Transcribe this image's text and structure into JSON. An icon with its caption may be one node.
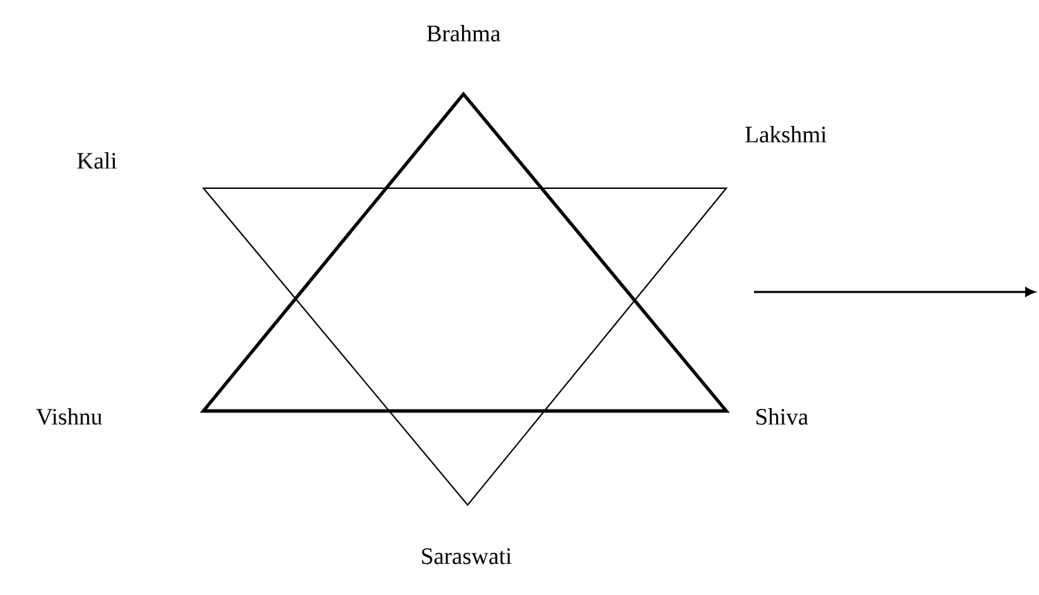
{
  "diagram": {
    "labels": [
      "Brahma",
      "Kali",
      "Lakshmi",
      "Vishnu",
      "Shiva",
      "Saraswati"
    ]
  }
}
